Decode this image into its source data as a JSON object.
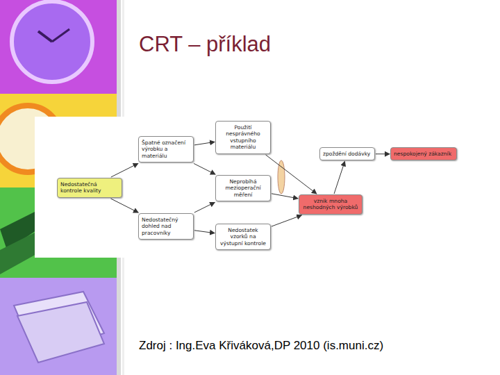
{
  "diagram": {
    "title": "CRT – příklad",
    "caption": "Zdroj : Ing.Eva Křiváková,DP 2010 (is.muni.cz)",
    "nodes": [
      {
        "text": [
          "Nedostatečná kontrole kvality"
        ]
      },
      {
        "text": [
          "Špatné označení výrobku a materiálu"
        ]
      },
      {
        "text": [
          "Nedostatečný dohled nad pracovníky"
        ]
      },
      {
        "text": [
          "Použití nesprávného vstupního materiálu"
        ]
      },
      {
        "text": [
          "Neprobíhá mezioperační měření"
        ]
      },
      {
        "text": [
          "Nedostatek vzorků na výstupní kontrole"
        ]
      },
      {
        "text": [
          "zpoždění dodávky"
        ]
      },
      {
        "text": [
          "vznik mnoha neshodných výrobků"
        ]
      },
      {
        "text": [
          "nespokojený zákazník"
        ]
      }
    ],
    "edges": [
      {
        "from": 0,
        "to": 1,
        "arrow": "to"
      },
      {
        "from": 0,
        "to": 2,
        "arrow": "to"
      },
      {
        "from": 1,
        "to": 3,
        "arrow": "to"
      },
      {
        "from": 1,
        "to": 4,
        "arrow": "to"
      },
      {
        "from": 2,
        "to": 4,
        "arrow": "to"
      },
      {
        "from": 2,
        "to": 5,
        "arrow": "to"
      },
      {
        "from": 3,
        "to": 7,
        "arrow": "to"
      },
      {
        "from": 4,
        "to": 7,
        "arrow": "to"
      },
      {
        "from": 5,
        "to": 7,
        "arrow": "to"
      },
      {
        "from": 7,
        "to": 6,
        "arrow": "to"
      },
      {
        "from": 6,
        "to": 8,
        "arrow": "to"
      }
    ]
  }
}
